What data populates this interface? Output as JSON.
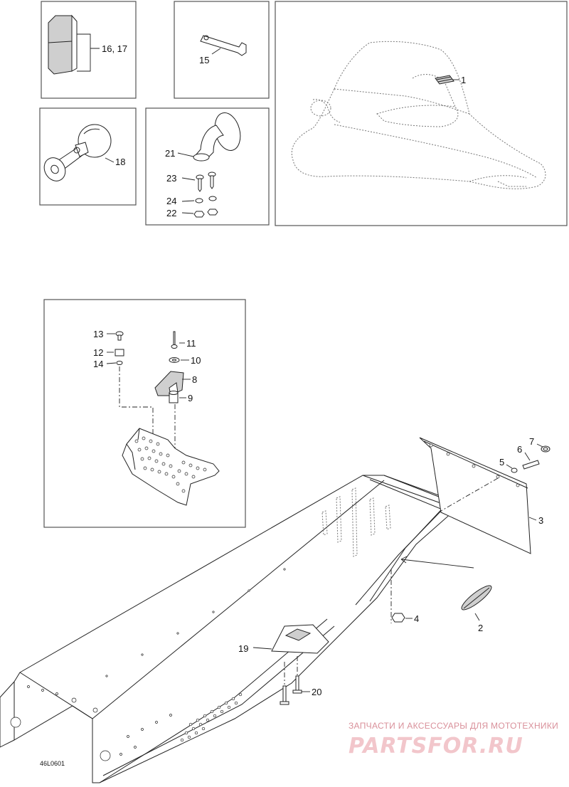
{
  "callouts": {
    "c1": "1",
    "c2": "2",
    "c3": "3",
    "c4": "4",
    "c5": "5",
    "c6": "6",
    "c7": "7",
    "c8": "8",
    "c9": "9",
    "c10": "10",
    "c11": "11",
    "c12": "12",
    "c13": "13",
    "c14": "14",
    "c15": "15",
    "c16_17": "16, 17",
    "c18": "18",
    "c19": "19",
    "c20": "20",
    "c21": "21",
    "c22": "22",
    "c23": "23",
    "c24": "24"
  },
  "drawing_code": "46L0601",
  "watermark": {
    "tagline": "ЗАПЧАСТИ И АКСЕССУАРЫ ДЛЯ МОТОТЕХНИКИ",
    "logo": "PARTSFOR.RU"
  },
  "colors": {
    "line": "#222222",
    "watermark": "#e8a0a8"
  }
}
